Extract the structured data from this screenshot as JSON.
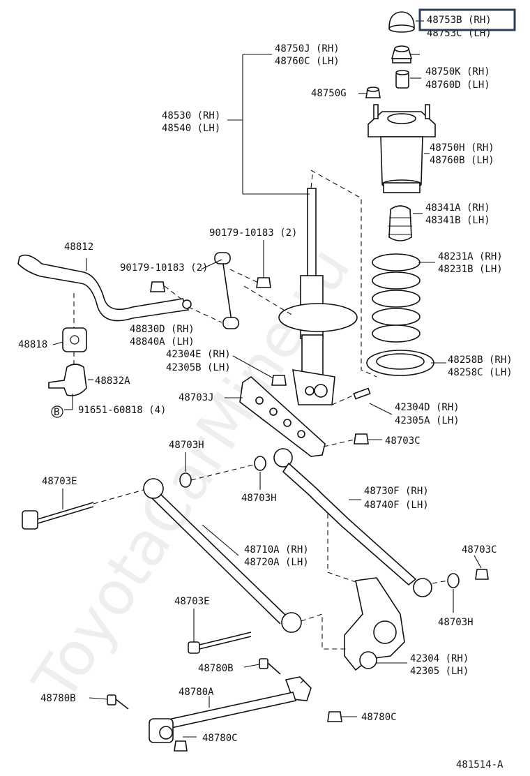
{
  "diagram_id": "481514-A",
  "watermark": "ToyotaCarMine.ru",
  "selected_part": "48753B (RH)",
  "labels": {
    "p48753b": "48753B (RH)",
    "p48753c": "48753C (LH)",
    "p48750j": "48750J (RH)",
    "p48760c": "48760C (LH)",
    "p48750k": "48750K (RH)",
    "p48760d": "48760D (LH)",
    "p48750g": "48750G",
    "p48530": "48530 (RH)",
    "p48540": "48540 (LH)",
    "p48750h": "48750H (RH)",
    "p48760b": "48760B (LH)",
    "p48341a": "48341A (RH)",
    "p48341b": "48341B (LH)",
    "p90179a": "90179-10183 (2)",
    "p48812": "48812",
    "p90179b": "90179-10183 (2)",
    "p48231a": "48231A (RH)",
    "p48231b": "48231B (LH)",
    "p48830d": "48830D (RH)",
    "p48840a": "48840A (LH)",
    "p48818": "48818",
    "p42304e": "42304E (RH)",
    "p42305b": "42305B (LH)",
    "p48258b": "48258B (RH)",
    "p48258c": "48258C (LH)",
    "p48832a": "48832A",
    "p91651": "91651-60818 (4)",
    "circle_b": "B",
    "p48703j": "48703J",
    "p42304d": "42304D (RH)",
    "p42305a": "42305A (LH)",
    "p48703h_top": "48703H",
    "p48703c_top": "48703C",
    "p48703e_left": "48703E",
    "p48703h_mid": "48703H",
    "p48730f": "48730F (RH)",
    "p48740f": "48740F (LH)",
    "p48710a": "48710A (RH)",
    "p48720a": "48720A (LH)",
    "p48703c_right": "48703C",
    "p48703h_right": "48703H",
    "p48703e_low": "48703E",
    "p42304": "42304 (RH)",
    "p42305": "42305 (LH)",
    "p48780b_mid": "48780B",
    "p48780a": "48780A",
    "p48780b_left": "48780B",
    "p48780c_right": "48780C",
    "p48780c_low": "48780C"
  }
}
